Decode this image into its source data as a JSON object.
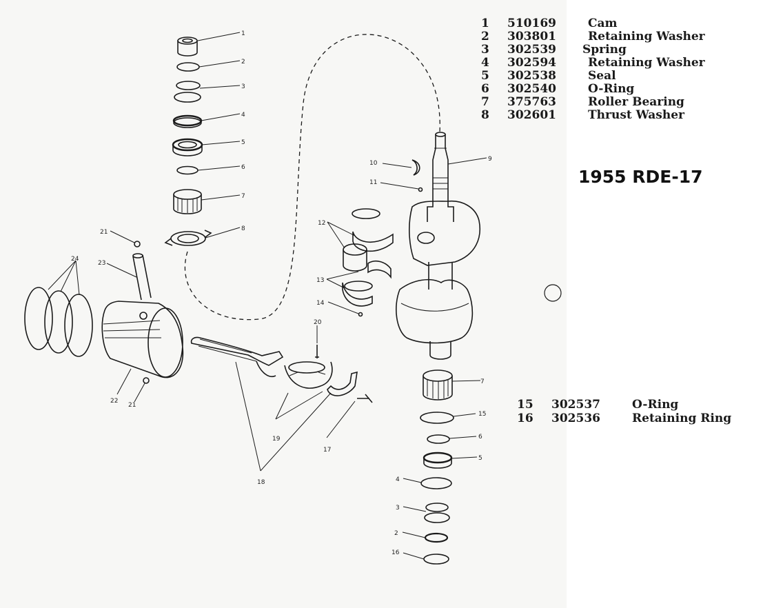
{
  "title": "1955 RDE-17",
  "parts_top": [
    {
      "num": "1",
      "part": "510169",
      "name": "Cam"
    },
    {
      "num": "2",
      "part": "303801",
      "name": "Retaining Washer"
    },
    {
      "num": "3",
      "part": "302539",
      "name": "Spring"
    },
    {
      "num": "4",
      "part": "302594",
      "name": "Retaining Washer"
    },
    {
      "num": "5",
      "part": "302538",
      "name": "Seal"
    },
    {
      "num": "6",
      "part": "302540",
      "name": "O-Ring"
    },
    {
      "num": "7",
      "part": "375763",
      "name": "Roller Bearing"
    },
    {
      "num": "8",
      "part": "302601",
      "name": "Thrust Washer"
    }
  ],
  "parts_bottom": [
    {
      "num": "15",
      "part": "302537",
      "name": "O-Ring"
    },
    {
      "num": "16",
      "part": "302536",
      "name": "Retaining Ring"
    }
  ],
  "callouts": {
    "c1": "1",
    "c2": "2",
    "c3": "3",
    "c4": "4",
    "c5": "5",
    "c6": "6",
    "c7": "7",
    "c8": "8",
    "c9": "9",
    "c10": "10",
    "c11": "11",
    "c12": "12",
    "c13": "13",
    "c14": "14",
    "c15": "15",
    "c16": "16",
    "c17": "17",
    "c18": "18",
    "c19": "19",
    "c20": "20",
    "c21": "21",
    "c22": "22",
    "c23": "23",
    "c24": "24"
  }
}
